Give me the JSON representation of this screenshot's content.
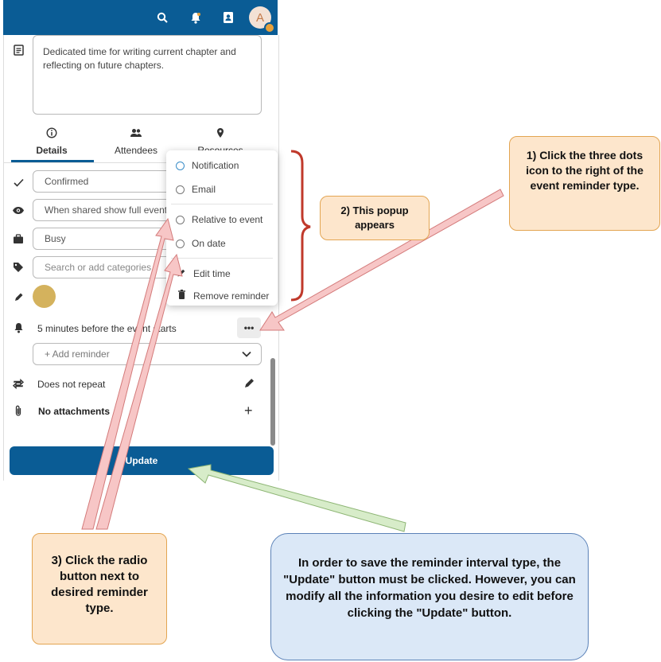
{
  "description": "Dedicated time for writing current chapter and reflecting on future chapters.",
  "avatar_initial": "A",
  "tabs": [
    {
      "label": "Details",
      "icon": "info-icon"
    },
    {
      "label": "Attendees",
      "icon": "people-icon"
    },
    {
      "label": "Resources",
      "icon": "location-pin-icon"
    }
  ],
  "fields": {
    "status": "Confirmed",
    "visibility": "When shared show full event",
    "show_as": "Busy",
    "categories_placeholder": "Search or add categories",
    "reminder_text": "5 minutes before the event starts",
    "add_reminder": "+ Add reminder",
    "repeat": "Does not repeat",
    "attachments": "No attachments",
    "dots": "•••",
    "color": "#d4b25d"
  },
  "popup": {
    "items": [
      "Notification",
      "Email",
      "Relative to event",
      "On date",
      "Edit time",
      "Remove reminder"
    ]
  },
  "update_label": "Update",
  "annotations": {
    "step1": "1) Click the three dots icon to the right of the event reminder type.",
    "step2": "2) This popup appears",
    "step3": "3) Click the radio button next to desired reminder type.",
    "note": "In order to save the reminder interval type, the \"Update\" button must be clicked. However, you can modify all the information you desire to edit before clicking the \"Update\" button."
  },
  "colors": {
    "brand": "#0a5c95",
    "callout_orange": "#fde6cc",
    "callout_blue": "#dbe8f7",
    "arrow_red": "#f7c6c6",
    "arrow_green": "#d7ecc9",
    "bracket": "#c0392b"
  }
}
